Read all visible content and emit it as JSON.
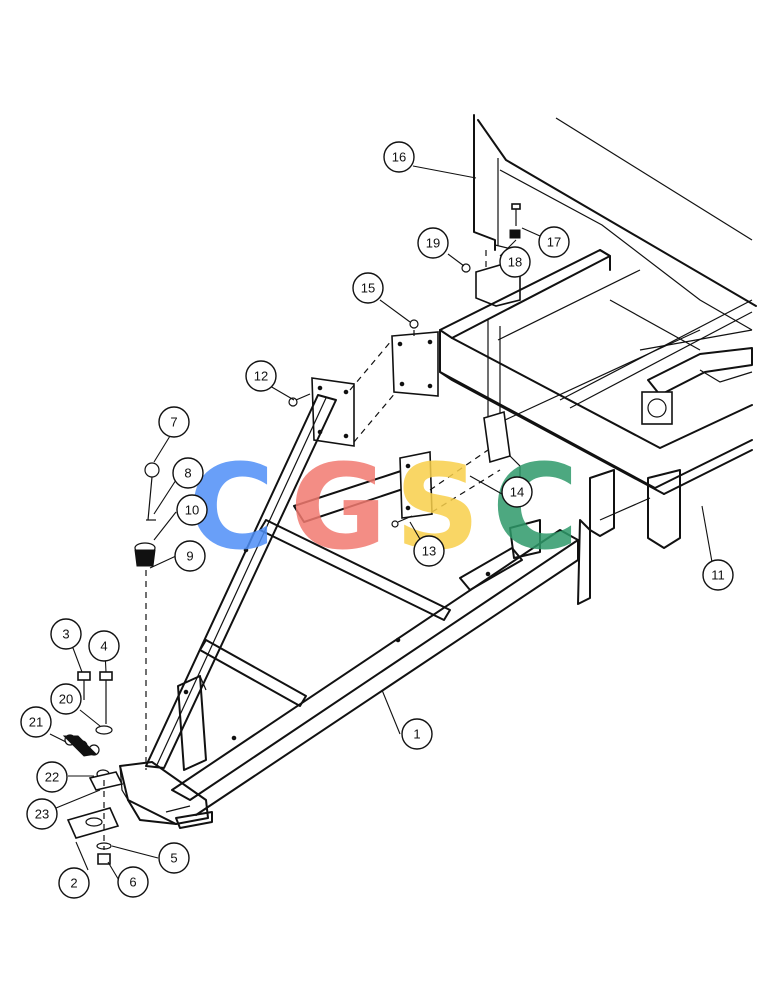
{
  "watermark": {
    "letters": [
      "C",
      "G",
      "S",
      "C"
    ],
    "colors": [
      "#4f8ff7",
      "#f27a70",
      "#f9d04b",
      "#2e9a6a"
    ]
  },
  "callouts": [
    {
      "id": "1",
      "label": "1"
    },
    {
      "id": "2",
      "label": "2"
    },
    {
      "id": "3",
      "label": "3"
    },
    {
      "id": "4",
      "label": "4"
    },
    {
      "id": "5",
      "label": "5"
    },
    {
      "id": "6",
      "label": "6"
    },
    {
      "id": "7",
      "label": "7"
    },
    {
      "id": "8",
      "label": "8"
    },
    {
      "id": "9",
      "label": "9"
    },
    {
      "id": "10",
      "label": "10"
    },
    {
      "id": "11",
      "label": "11"
    },
    {
      "id": "12",
      "label": "12"
    },
    {
      "id": "13",
      "label": "13"
    },
    {
      "id": "14",
      "label": "14"
    },
    {
      "id": "15",
      "label": "15"
    },
    {
      "id": "16",
      "label": "16"
    },
    {
      "id": "17",
      "label": "17"
    },
    {
      "id": "18",
      "label": "18"
    },
    {
      "id": "19",
      "label": "19"
    },
    {
      "id": "20",
      "label": "20"
    },
    {
      "id": "21",
      "label": "21"
    },
    {
      "id": "22",
      "label": "22"
    },
    {
      "id": "23",
      "label": "23"
    }
  ]
}
